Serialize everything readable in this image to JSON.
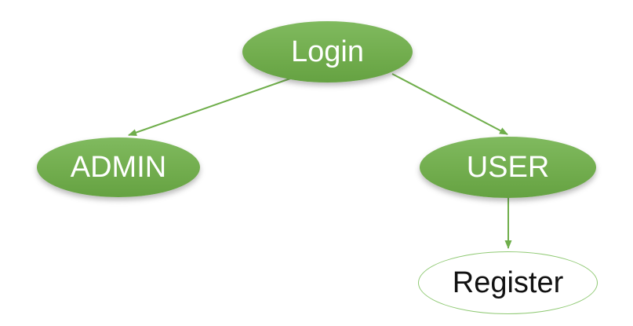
{
  "diagram": {
    "type": "flowchart",
    "background": "#ffffff",
    "colors": {
      "background": "#ffffff",
      "node_fill_top": "#80ba5f",
      "node_fill": "#72ad4e",
      "node_fill_bottom": "#65a242",
      "node_text": "#ffffff",
      "edge": "#6fae4b",
      "outline_border": "#8fc973",
      "outline_text": "#111111"
    },
    "nodes": [
      {
        "id": "login",
        "label": "Login",
        "style": "filled"
      },
      {
        "id": "admin",
        "label": "ADMIN",
        "style": "filled"
      },
      {
        "id": "user",
        "label": "USER",
        "style": "filled"
      },
      {
        "id": "register",
        "label": "Register",
        "style": "outlined"
      }
    ],
    "edges": [
      {
        "from": "login",
        "to": "admin",
        "arrow": true
      },
      {
        "from": "login",
        "to": "user",
        "arrow": true
      },
      {
        "from": "user",
        "to": "register",
        "arrow": true
      }
    ]
  }
}
